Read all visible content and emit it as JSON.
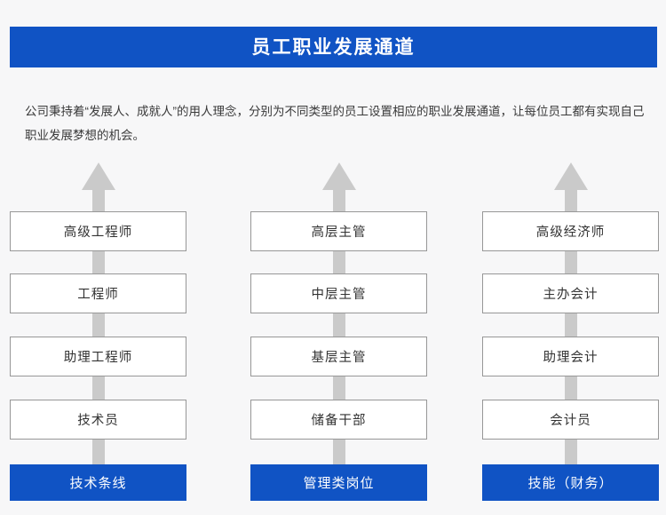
{
  "header": {
    "title": "员工职业发展通道",
    "background_color": "#1053C4",
    "text_color": "#FFFFFF"
  },
  "intro": {
    "paragraph": "公司秉持着“发展人、成就人”的用人理念，分别为不同类型的员工设置相应的职业发展通道，让每位员工都有实现自己职业发展梦想的机会。"
  },
  "colors": {
    "page_background": "#F7F7F8",
    "accent_blue": "#1053C4",
    "arrow_gray": "#CACACA",
    "box_border": "#979797",
    "box_background": "#FFFFFF",
    "body_text": "#3A3A3A"
  },
  "chart_data": {
    "type": "diagram",
    "title": "员工职业发展通道",
    "orientation": "bottom-to-top",
    "arrow_icon": "up-arrow-icon",
    "columns": [
      {
        "track_label": "技术条线",
        "steps": [
          "高级工程师",
          "工程师",
          "助理工程师",
          "技术员"
        ]
      },
      {
        "track_label": "管理类岗位",
        "steps": [
          "高层主管",
          "中层主管",
          "基层主管",
          "储备干部"
        ]
      },
      {
        "track_label": "技能（财务）",
        "steps": [
          "高级经济师",
          "主办会计",
          "助理会计",
          "会计员"
        ]
      }
    ]
  }
}
